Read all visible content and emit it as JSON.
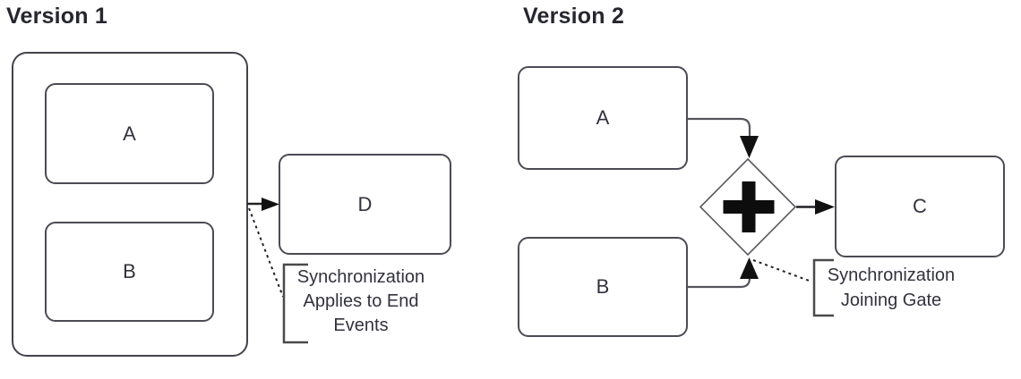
{
  "colors": {
    "background": "#ffffff",
    "box_border": "#4b4b55",
    "connector_gray": "#55555c",
    "arrow_black": "#111111",
    "label_text": "#32323e",
    "title_text": "#26262f",
    "bracket_gray": "#4a4a4a"
  },
  "version1": {
    "title": "Version 1",
    "group_tasks": [
      {
        "label": "A"
      },
      {
        "label": "B"
      }
    ],
    "end_task": {
      "label": "D"
    },
    "annotation": "Synchronization\nApplies to End\nEvents"
  },
  "version2": {
    "title": "Version 2",
    "source_tasks": [
      {
        "label": "A"
      },
      {
        "label": "B"
      }
    ],
    "gateway": {
      "symbol": "+"
    },
    "end_task": {
      "label": "C"
    },
    "annotation": "Synchronization\nJoining Gate"
  }
}
